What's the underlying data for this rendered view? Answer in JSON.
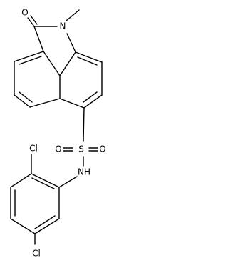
{
  "molecule": {
    "atoms": {
      "carbonyl_o": "O",
      "ring_n": "N",
      "sulfonyl_o_left": "O",
      "sulfur": "S",
      "sulfonyl_o_right": "O",
      "amide_n": "NH",
      "cl_top": "Cl",
      "cl_bottom": "Cl"
    }
  }
}
